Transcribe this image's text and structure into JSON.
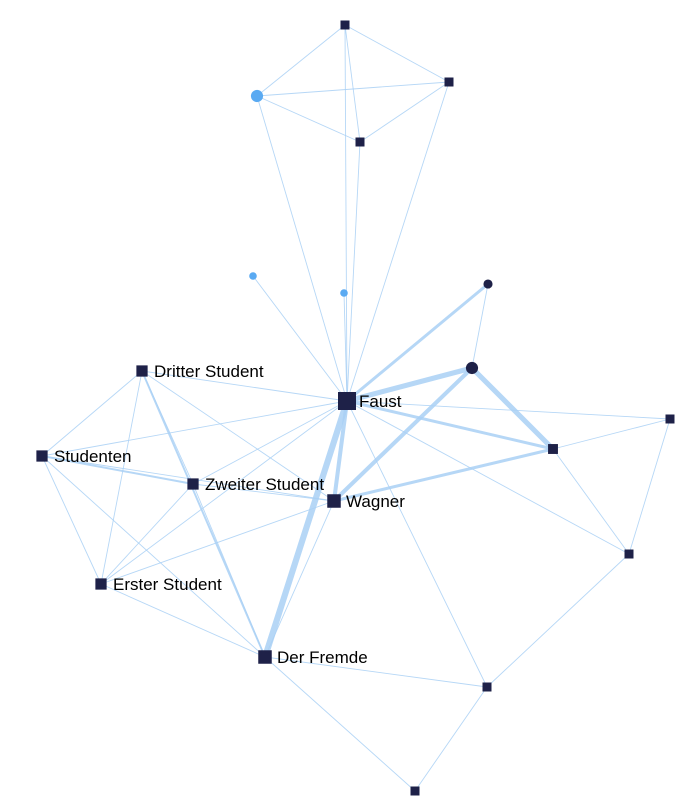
{
  "colors": {
    "node_dark": "#1e2148",
    "node_light": "#5aaaf2",
    "edge": "#a9d0f5",
    "background": "#ffffff"
  },
  "network": {
    "nodes": [
      {
        "id": "faust",
        "label": "Faust",
        "shape": "square",
        "tone": "dark",
        "weight": 3
      },
      {
        "id": "wagner",
        "label": "Wagner",
        "shape": "square",
        "tone": "dark",
        "weight": 2
      },
      {
        "id": "der-fremde",
        "label": "Der Fremde",
        "shape": "square",
        "tone": "dark",
        "weight": 2
      },
      {
        "id": "zweiter-student",
        "label": "Zweiter Student",
        "shape": "square",
        "tone": "dark",
        "weight": 1.5
      },
      {
        "id": "dritter-student",
        "label": "Dritter Student",
        "shape": "square",
        "tone": "dark",
        "weight": 1.5
      },
      {
        "id": "studenten",
        "label": "Studenten",
        "shape": "square",
        "tone": "dark",
        "weight": 1.5
      },
      {
        "id": "erster-student",
        "label": "Erster Student",
        "shape": "square",
        "tone": "dark",
        "weight": 1.5
      },
      {
        "id": "top-a",
        "label": "",
        "shape": "square",
        "tone": "dark",
        "weight": 1
      },
      {
        "id": "top-b",
        "label": "",
        "shape": "square",
        "tone": "dark",
        "weight": 1
      },
      {
        "id": "top-c",
        "label": "",
        "shape": "square",
        "tone": "dark",
        "weight": 1
      },
      {
        "id": "light-large",
        "label": "",
        "shape": "circle",
        "tone": "light",
        "weight": 1.6
      },
      {
        "id": "light-small-1",
        "label": "",
        "shape": "circle",
        "tone": "light",
        "weight": 1
      },
      {
        "id": "light-small-2",
        "label": "",
        "shape": "circle",
        "tone": "light",
        "weight": 1
      },
      {
        "id": "dark-circle-small",
        "label": "",
        "shape": "circle",
        "tone": "dark",
        "weight": 1.2
      },
      {
        "id": "dark-circle-large",
        "label": "",
        "shape": "circle",
        "tone": "dark",
        "weight": 1.6
      },
      {
        "id": "right-mid",
        "label": "",
        "shape": "square",
        "tone": "dark",
        "weight": 1.2
      },
      {
        "id": "far-right",
        "label": "",
        "shape": "square",
        "tone": "dark",
        "weight": 1
      },
      {
        "id": "right-lower",
        "label": "",
        "shape": "square",
        "tone": "dark",
        "weight": 1
      },
      {
        "id": "bottom-right",
        "label": "",
        "shape": "square",
        "tone": "dark",
        "weight": 1
      },
      {
        "id": "bottom",
        "label": "",
        "shape": "square",
        "tone": "dark",
        "weight": 1
      }
    ],
    "edges": [
      {
        "source": "top-a",
        "target": "light-large",
        "weight": 1
      },
      {
        "source": "top-a",
        "target": "top-b",
        "weight": 1
      },
      {
        "source": "top-a",
        "target": "top-c",
        "weight": 1
      },
      {
        "source": "top-a",
        "target": "faust",
        "weight": 1
      },
      {
        "source": "light-large",
        "target": "top-b",
        "weight": 1
      },
      {
        "source": "light-large",
        "target": "top-c",
        "weight": 1
      },
      {
        "source": "light-large",
        "target": "faust",
        "weight": 1
      },
      {
        "source": "top-b",
        "target": "top-c",
        "weight": 1
      },
      {
        "source": "top-b",
        "target": "faust",
        "weight": 1
      },
      {
        "source": "top-c",
        "target": "faust",
        "weight": 1
      },
      {
        "source": "light-small-1",
        "target": "faust",
        "weight": 1
      },
      {
        "source": "light-small-2",
        "target": "faust",
        "weight": 1
      },
      {
        "source": "dark-circle-small",
        "target": "faust",
        "weight": 3
      },
      {
        "source": "dark-circle-small",
        "target": "dark-circle-large",
        "weight": 1
      },
      {
        "source": "dark-circle-large",
        "target": "faust",
        "weight": 5
      },
      {
        "source": "dark-circle-large",
        "target": "right-mid",
        "weight": 5
      },
      {
        "source": "dark-circle-large",
        "target": "wagner",
        "weight": 4
      },
      {
        "source": "faust",
        "target": "right-mid",
        "weight": 3
      },
      {
        "source": "faust",
        "target": "far-right",
        "weight": 1
      },
      {
        "source": "faust",
        "target": "right-lower",
        "weight": 1
      },
      {
        "source": "faust",
        "target": "bottom-right",
        "weight": 1
      },
      {
        "source": "faust",
        "target": "wagner",
        "weight": 4
      },
      {
        "source": "faust",
        "target": "der-fremde",
        "weight": 6
      },
      {
        "source": "faust",
        "target": "zweiter-student",
        "weight": 1
      },
      {
        "source": "faust",
        "target": "dritter-student",
        "weight": 1
      },
      {
        "source": "faust",
        "target": "studenten",
        "weight": 1
      },
      {
        "source": "faust",
        "target": "erster-student",
        "weight": 1
      },
      {
        "source": "wagner",
        "target": "right-mid",
        "weight": 3
      },
      {
        "source": "wagner",
        "target": "der-fremde",
        "weight": 1
      },
      {
        "source": "wagner",
        "target": "zweiter-student",
        "weight": 1
      },
      {
        "source": "wagner",
        "target": "dritter-student",
        "weight": 1
      },
      {
        "source": "wagner",
        "target": "studenten",
        "weight": 1
      },
      {
        "source": "wagner",
        "target": "erster-student",
        "weight": 1
      },
      {
        "source": "right-mid",
        "target": "far-right",
        "weight": 1
      },
      {
        "source": "right-mid",
        "target": "right-lower",
        "weight": 1
      },
      {
        "source": "far-right",
        "target": "right-lower",
        "weight": 1
      },
      {
        "source": "right-lower",
        "target": "bottom-right",
        "weight": 1
      },
      {
        "source": "bottom-right",
        "target": "bottom",
        "weight": 1
      },
      {
        "source": "bottom-right",
        "target": "der-fremde",
        "weight": 1
      },
      {
        "source": "bottom",
        "target": "der-fremde",
        "weight": 1
      },
      {
        "source": "dritter-student",
        "target": "studenten",
        "weight": 1
      },
      {
        "source": "dritter-student",
        "target": "zweiter-student",
        "weight": 1
      },
      {
        "source": "dritter-student",
        "target": "erster-student",
        "weight": 1
      },
      {
        "source": "dritter-student",
        "target": "der-fremde",
        "weight": 2
      },
      {
        "source": "studenten",
        "target": "zweiter-student",
        "weight": 2
      },
      {
        "source": "studenten",
        "target": "erster-student",
        "weight": 1
      },
      {
        "source": "studenten",
        "target": "der-fremde",
        "weight": 1
      },
      {
        "source": "zweiter-student",
        "target": "erster-student",
        "weight": 1
      },
      {
        "source": "zweiter-student",
        "target": "der-fremde",
        "weight": 1
      },
      {
        "source": "erster-student",
        "target": "der-fremde",
        "weight": 1
      }
    ]
  }
}
